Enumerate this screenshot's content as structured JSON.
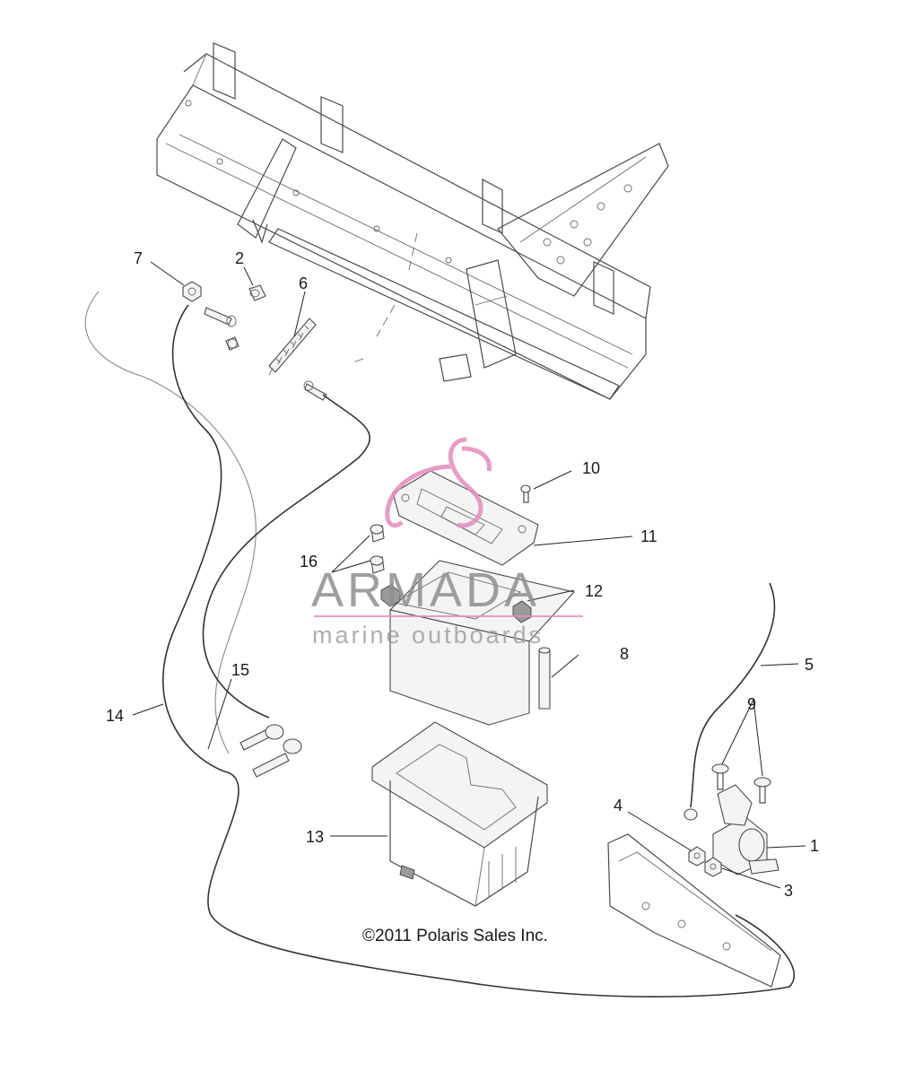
{
  "callouts": {
    "c1": "1",
    "c2": "2",
    "c3": "3",
    "c4": "4",
    "c5": "5",
    "c6": "6",
    "c7": "7",
    "c8": "8",
    "c9": "9",
    "c10": "10",
    "c11": "11",
    "c12": "12",
    "c13": "13",
    "c14": "14",
    "c15": "15",
    "c16": "16"
  },
  "copyright": "©2011 Polaris Sales Inc.",
  "watermark": {
    "brand": "ARMADA",
    "tagline": "marine outboards",
    "logo": "armada-pink-hook-logo",
    "brand_color": "#8f8f8f",
    "accent_color": "#e58bbf"
  }
}
